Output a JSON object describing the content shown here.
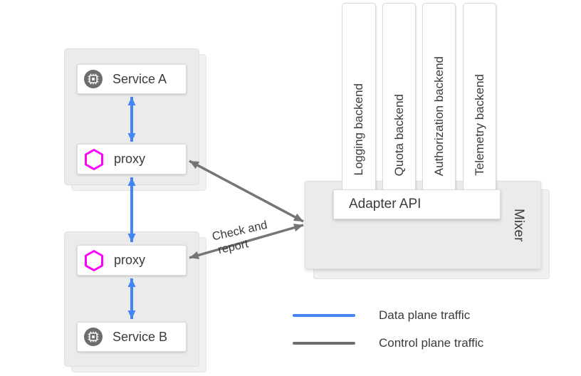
{
  "diagram": {
    "clusters": [
      {
        "service_label": "Service A",
        "proxy_label": "proxy"
      },
      {
        "service_label": "Service B",
        "proxy_label": "proxy"
      }
    ],
    "mixer": {
      "title": "Mixer",
      "adapter_label": "Adapter API"
    },
    "backends": [
      {
        "label": "Logging backend"
      },
      {
        "label": "Quota backend"
      },
      {
        "label": "Authorization backend"
      },
      {
        "label": "Telemetry backend"
      }
    ],
    "arrow_annotation": {
      "line1": "Check and",
      "line2": "report"
    }
  },
  "legend": {
    "items": [
      {
        "label": "Data plane traffic",
        "color": "#4285f4"
      },
      {
        "label": "Control plane traffic",
        "color": "#6e6e6e"
      }
    ]
  },
  "colors": {
    "data_plane_arrow": "#4285f4",
    "control_plane_arrow": "#757575",
    "proxy_hexagon": "#ff00ff",
    "service_icon_circle": "#6d6d6d",
    "card_fill": "#ebebeb",
    "text": "#3b3b3b"
  }
}
